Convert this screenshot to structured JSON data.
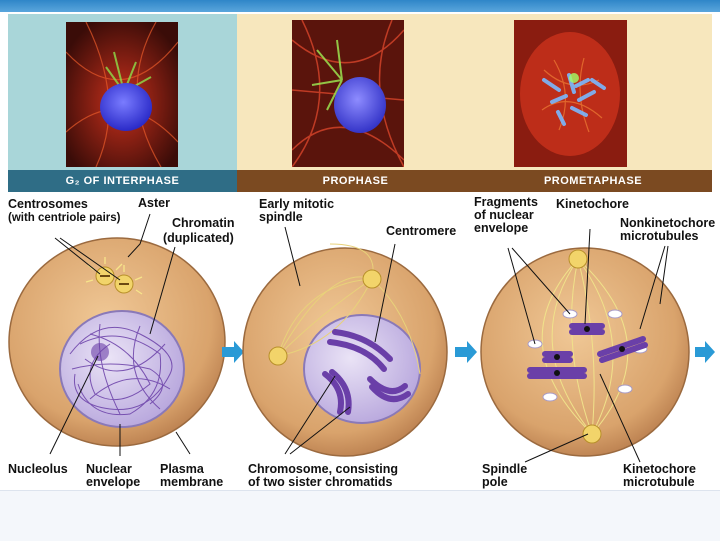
{
  "phases": {
    "g2": "G₂ OF INTERPHASE",
    "prophase": "PROPHASE",
    "prometaphase": "PROMETAPHASE"
  },
  "labels": {
    "centrosomes": "Centrosomes",
    "centriole_pairs": "(with centriole pairs)",
    "aster": "Aster",
    "chromatin": "Chromatin",
    "duplicated": "(duplicated)",
    "nucleolus": "Nucleolus",
    "nuclear_envelope": "Nuclear\nenvelope",
    "plasma_membrane": "Plasma\nmembrane",
    "early_spindle": "Early mitotic\nspindle",
    "centromere": "Centromere",
    "chromosome": "Chromosome, consisting\nof two sister chromatids",
    "fragments": "Fragments\nof nuclear\nenvelope",
    "kinetochore": "Kinetochore",
    "nonkinetochore": "Nonkinetochore\nmicrotubules",
    "spindle_pole": "Spindle\npole",
    "kinetochore_microtubule": "Kinetochore\nmicrotubule"
  },
  "colors": {
    "g2_bg": "#a9d6d9",
    "phase_bg": "#f7e7bd",
    "band_g2": "#2f6d86",
    "band_phase": "#7b4a21",
    "cell": "#d9a36c",
    "nucleus": "#cbbde6",
    "chromosome": "#6a3fa8",
    "arrow": "#2a9ad6"
  }
}
